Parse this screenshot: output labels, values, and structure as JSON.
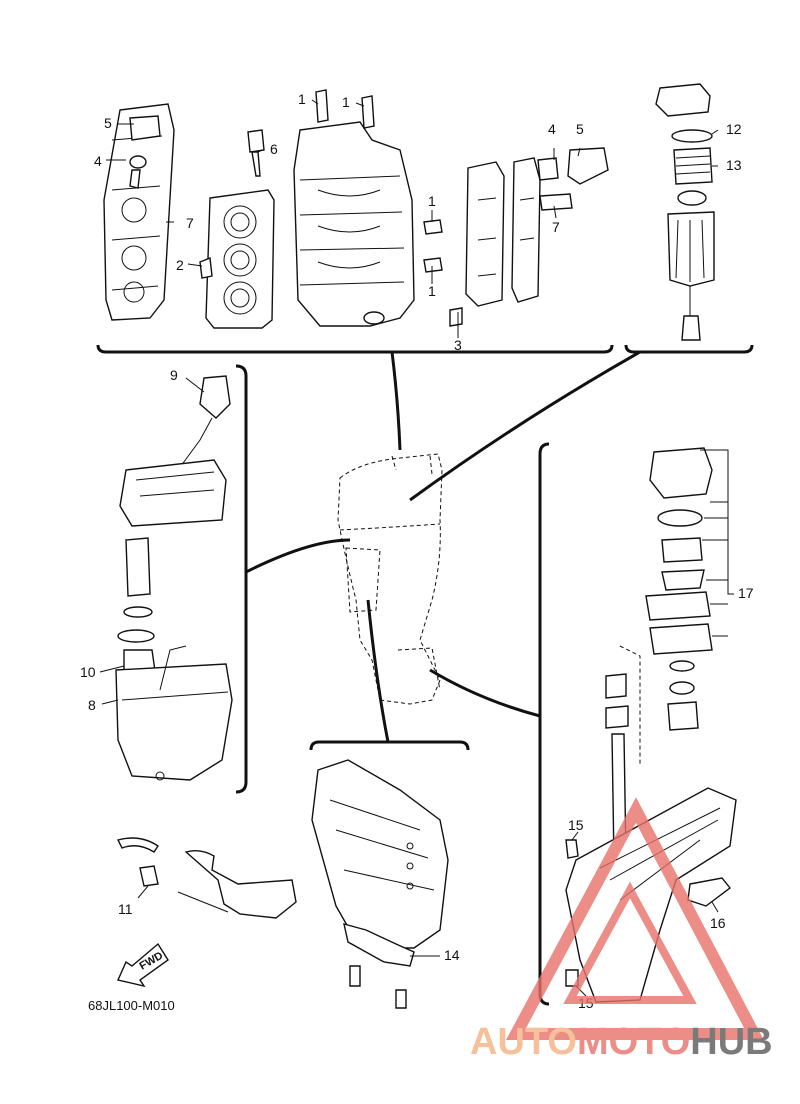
{
  "diagram_code": "68JL100-M010",
  "fwd_label": "FWD",
  "watermark": {
    "text_1": "AUTO",
    "text_2": "MOTO",
    "text_3": "HUB",
    "color_1": "#f4b183",
    "color_2": "#e8736a",
    "color_3": "#5a5a5a"
  },
  "callouts": {
    "c1a": "1",
    "c1b": "1",
    "c1c": "1",
    "c1d": "1",
    "c2": "2",
    "c3": "3",
    "c4a": "4",
    "c4b": "4",
    "c5a": "5",
    "c5b": "5",
    "c6": "6",
    "c7a": "7",
    "c7b": "7",
    "c8": "8",
    "c9": "9",
    "c10": "10",
    "c11": "11",
    "c12": "12",
    "c13": "13",
    "c14": "14",
    "c15a": "15",
    "c15b": "15",
    "c16": "16",
    "c17": "17"
  }
}
